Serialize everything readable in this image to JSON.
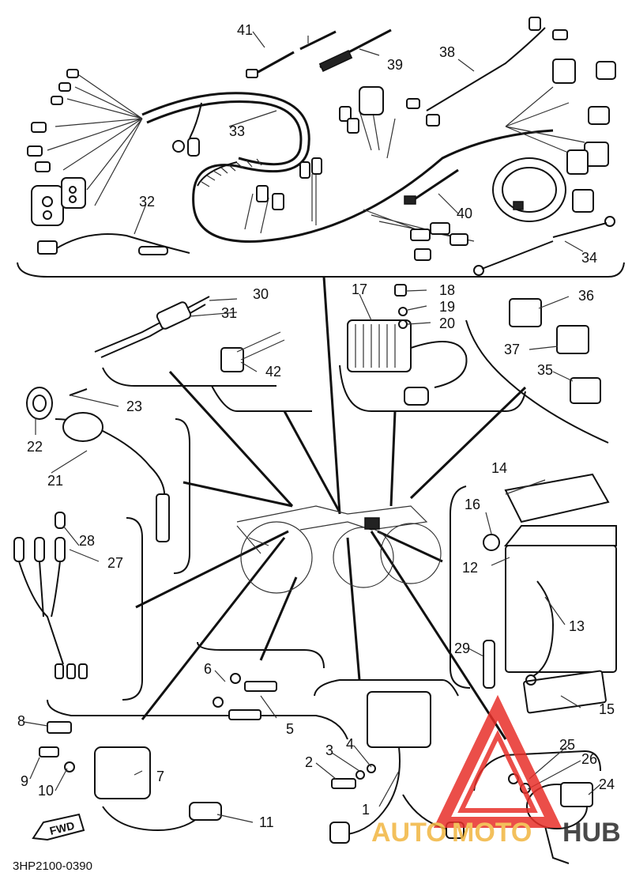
{
  "diagram": {
    "drawing_code": "3HP2100-0390",
    "fwd_label": "FWD",
    "part_labels": {
      "p1": "1",
      "p2": "2",
      "p3": "3",
      "p4": "4",
      "p5": "5",
      "p6": "6",
      "p7": "7",
      "p8": "8",
      "p9": "9",
      "p10": "10",
      "p11": "11",
      "p12": "12",
      "p13": "13",
      "p14": "14",
      "p15": "15",
      "p16": "16",
      "p17": "17",
      "p18": "18",
      "p19": "19",
      "p20": "20",
      "p21": "21",
      "p22": "22",
      "p23": "23",
      "p24": "24",
      "p25": "25",
      "p26": "26",
      "p27": "27",
      "p28": "28",
      "p29": "29",
      "p30": "30",
      "p31": "31",
      "p32": "32",
      "p33": "33",
      "p34": "34",
      "p35": "35",
      "p36": "36",
      "p37": "37",
      "p38": "38",
      "p39": "39",
      "p40": "40",
      "p41": "41",
      "p42": "42"
    }
  },
  "watermark": {
    "text_a": "AUTO",
    "text_b": "MOTO",
    "text_c": "HUB",
    "colors": {
      "accent": "#e8302a",
      "gold": "#f1b640",
      "dark": "#2a2a2a"
    }
  }
}
